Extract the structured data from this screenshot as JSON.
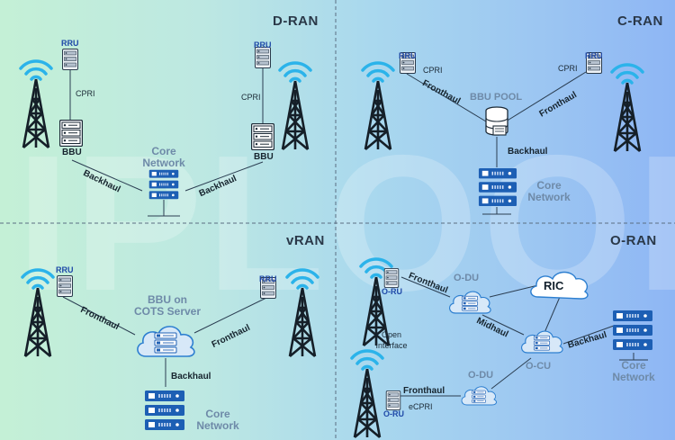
{
  "watermark": "IPLOOK",
  "quadrants": {
    "dran": {
      "title": "D-RAN",
      "rru_left": "RRU",
      "rru_right": "RRU",
      "cpri_left": "CPRI",
      "cpri_right": "CPRI",
      "bbu_left": "BBU",
      "bbu_right": "BBU",
      "backhaul_left": "Backhaul",
      "backhaul_right": "Backhaul",
      "core_line1": "Core",
      "core_line2": "Network"
    },
    "cran": {
      "title": "C-RAN",
      "rru_left": "RRU",
      "rru_right": "RRU",
      "cpri_left": "CPRI",
      "cpri_right": "CPRI",
      "fronthaul_left": "Fronthaul",
      "fronthaul_right": "Fronthaul",
      "pool": "BBU POOL",
      "backhaul": "Backhaul",
      "core_line1": "Core",
      "core_line2": "Network"
    },
    "vran": {
      "title": "vRAN",
      "rru_left": "RRU",
      "rru_right": "RRU",
      "fronthaul_left": "Fronthaul",
      "fronthaul_right": "Fronthaul",
      "bbu_line1": "BBU on",
      "bbu_line2": "COTS Server",
      "backhaul": "Backhaul",
      "core_line1": "Core",
      "core_line2": "Network"
    },
    "oran": {
      "title": "O-RAN",
      "oru_top": "O-RU",
      "oru_bottom": "O-RU",
      "fronthaul_top": "Fronthaul",
      "fronthaul_bottom": "Fronthaul",
      "odu_top": "O-DU",
      "odu_bottom": "O-DU",
      "ric": "RIC",
      "midhaul": "Midhaul",
      "ocu": "O-CU",
      "backhaul": "Backhaul",
      "open_line1": "Open",
      "open_line2": "Interface",
      "ecpri": "eCPRI",
      "core_line1": "Core",
      "core_line2": "Network"
    }
  }
}
